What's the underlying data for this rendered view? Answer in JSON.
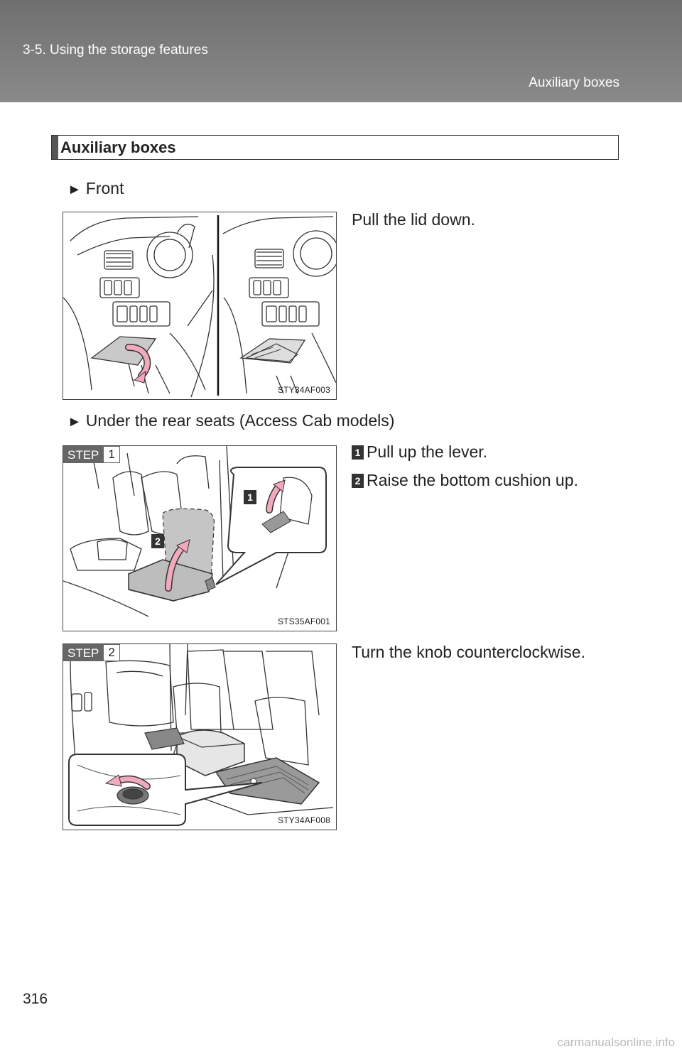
{
  "header": {
    "breadcrumb": "3-5. Using the storage features",
    "section": "Auxiliary boxes"
  },
  "section_title": "Auxiliary boxes",
  "front": {
    "bullet": "Front",
    "instruction": "Pull the lid down.",
    "figure_code": "STY34AF003"
  },
  "rear": {
    "bullet": "Under the rear seats (Access Cab models)",
    "step1": {
      "badge_word": "STEP",
      "badge_num": "1",
      "figure_code": "STS35AF001",
      "callout_1": "1",
      "callout_2": "2",
      "items": [
        {
          "num": "1",
          "text": "Pull up the lever."
        },
        {
          "num": "2",
          "text": "Raise the bottom cushion up."
        }
      ]
    },
    "step2": {
      "badge_word": "STEP",
      "badge_num": "2",
      "figure_code": "STY34AF008",
      "instruction": "Turn the knob counterclockwise."
    }
  },
  "page_number": "316",
  "watermark": "carmanualsonline.info",
  "colors": {
    "header_bg": "#7a7a7a",
    "arrow_pink": "#f2a9bc",
    "badge_gray": "#666666"
  }
}
